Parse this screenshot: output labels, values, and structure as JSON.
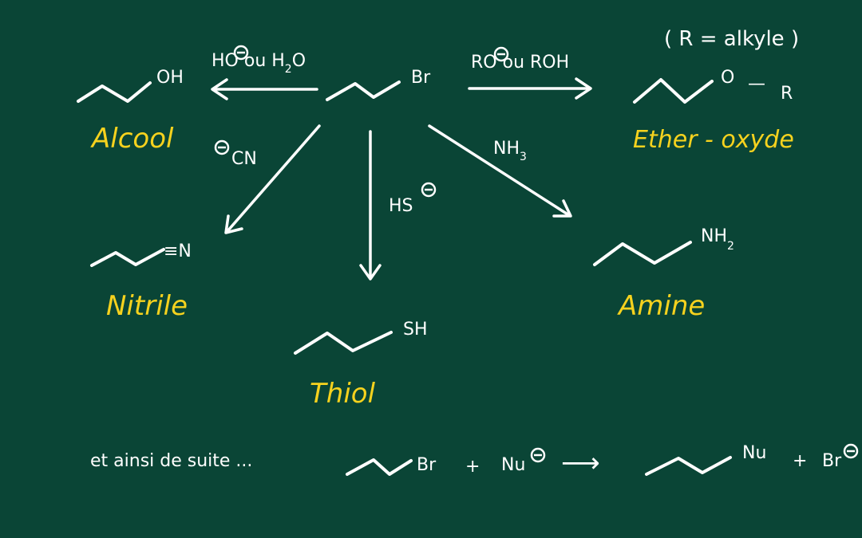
{
  "diagram": {
    "reactant": {
      "formula": "Br"
    },
    "products": [
      {
        "id": "alcool",
        "formula": "OH",
        "name": "Alcool",
        "reagent": {
          "ion": "HO",
          "mid": " ou H",
          "sub": "2",
          "tail": "O"
        }
      },
      {
        "id": "ether",
        "formula_o": "O",
        "formula_dash": "—",
        "formula_r": "R",
        "name": "Ether - oxyde",
        "note": "( R = alkyle )",
        "reagent": {
          "ion": "RO",
          "mid": " ou ROH"
        }
      },
      {
        "id": "nitrile",
        "formula": "≡N",
        "name": "Nitrile",
        "reagent": {
          "text": "CN"
        }
      },
      {
        "id": "thiol",
        "formula": "SH",
        "name": "Thiol",
        "reagent": {
          "text": "HS"
        }
      },
      {
        "id": "amine",
        "formula": "NH",
        "formula_sub": "2",
        "name": "Amine",
        "reagent": {
          "text": "NH",
          "sub": "3"
        }
      }
    ],
    "general": {
      "prefix": "et ainsi de suite ...",
      "reactant": "Br",
      "plus1": "+",
      "nucleophile": "Nu",
      "arrow": "⟶",
      "product": "Nu",
      "plus2": "+",
      "leaving": "Br"
    }
  }
}
